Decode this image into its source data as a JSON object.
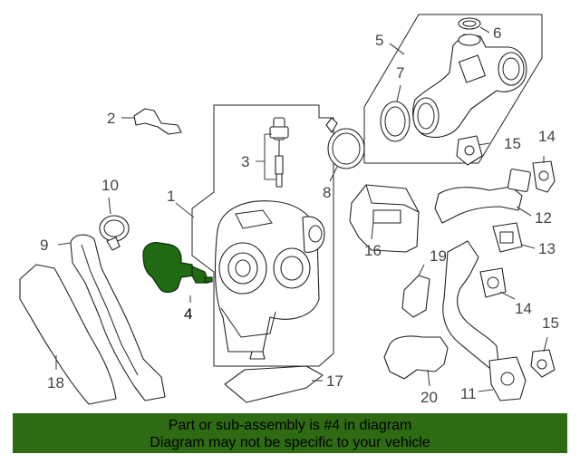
{
  "callouts": [
    {
      "id": "1",
      "label": "1"
    },
    {
      "id": "2",
      "label": "2"
    },
    {
      "id": "3",
      "label": "3"
    },
    {
      "id": "4",
      "label": "4",
      "highlighted": true
    },
    {
      "id": "5",
      "label": "5"
    },
    {
      "id": "6",
      "label": "6"
    },
    {
      "id": "7",
      "label": "7"
    },
    {
      "id": "8",
      "label": "8"
    },
    {
      "id": "9",
      "label": "9"
    },
    {
      "id": "10",
      "label": "10"
    },
    {
      "id": "11",
      "label": "11"
    },
    {
      "id": "12",
      "label": "12"
    },
    {
      "id": "13",
      "label": "13"
    },
    {
      "id": "14a",
      "label": "14"
    },
    {
      "id": "14b",
      "label": "14"
    },
    {
      "id": "15a",
      "label": "15"
    },
    {
      "id": "15b",
      "label": "15"
    },
    {
      "id": "16",
      "label": "16"
    },
    {
      "id": "17",
      "label": "17"
    },
    {
      "id": "18",
      "label": "18"
    },
    {
      "id": "19",
      "label": "19"
    },
    {
      "id": "20",
      "label": "20"
    }
  ],
  "banner": {
    "line1": "Part or sub-assembly is #4 in diagram",
    "line2": "Diagram may not be specific to your vehicle"
  },
  "colors": {
    "highlight_part": "#1f6a12",
    "banner_background": "#2e6b12",
    "line_art": "#222222"
  }
}
